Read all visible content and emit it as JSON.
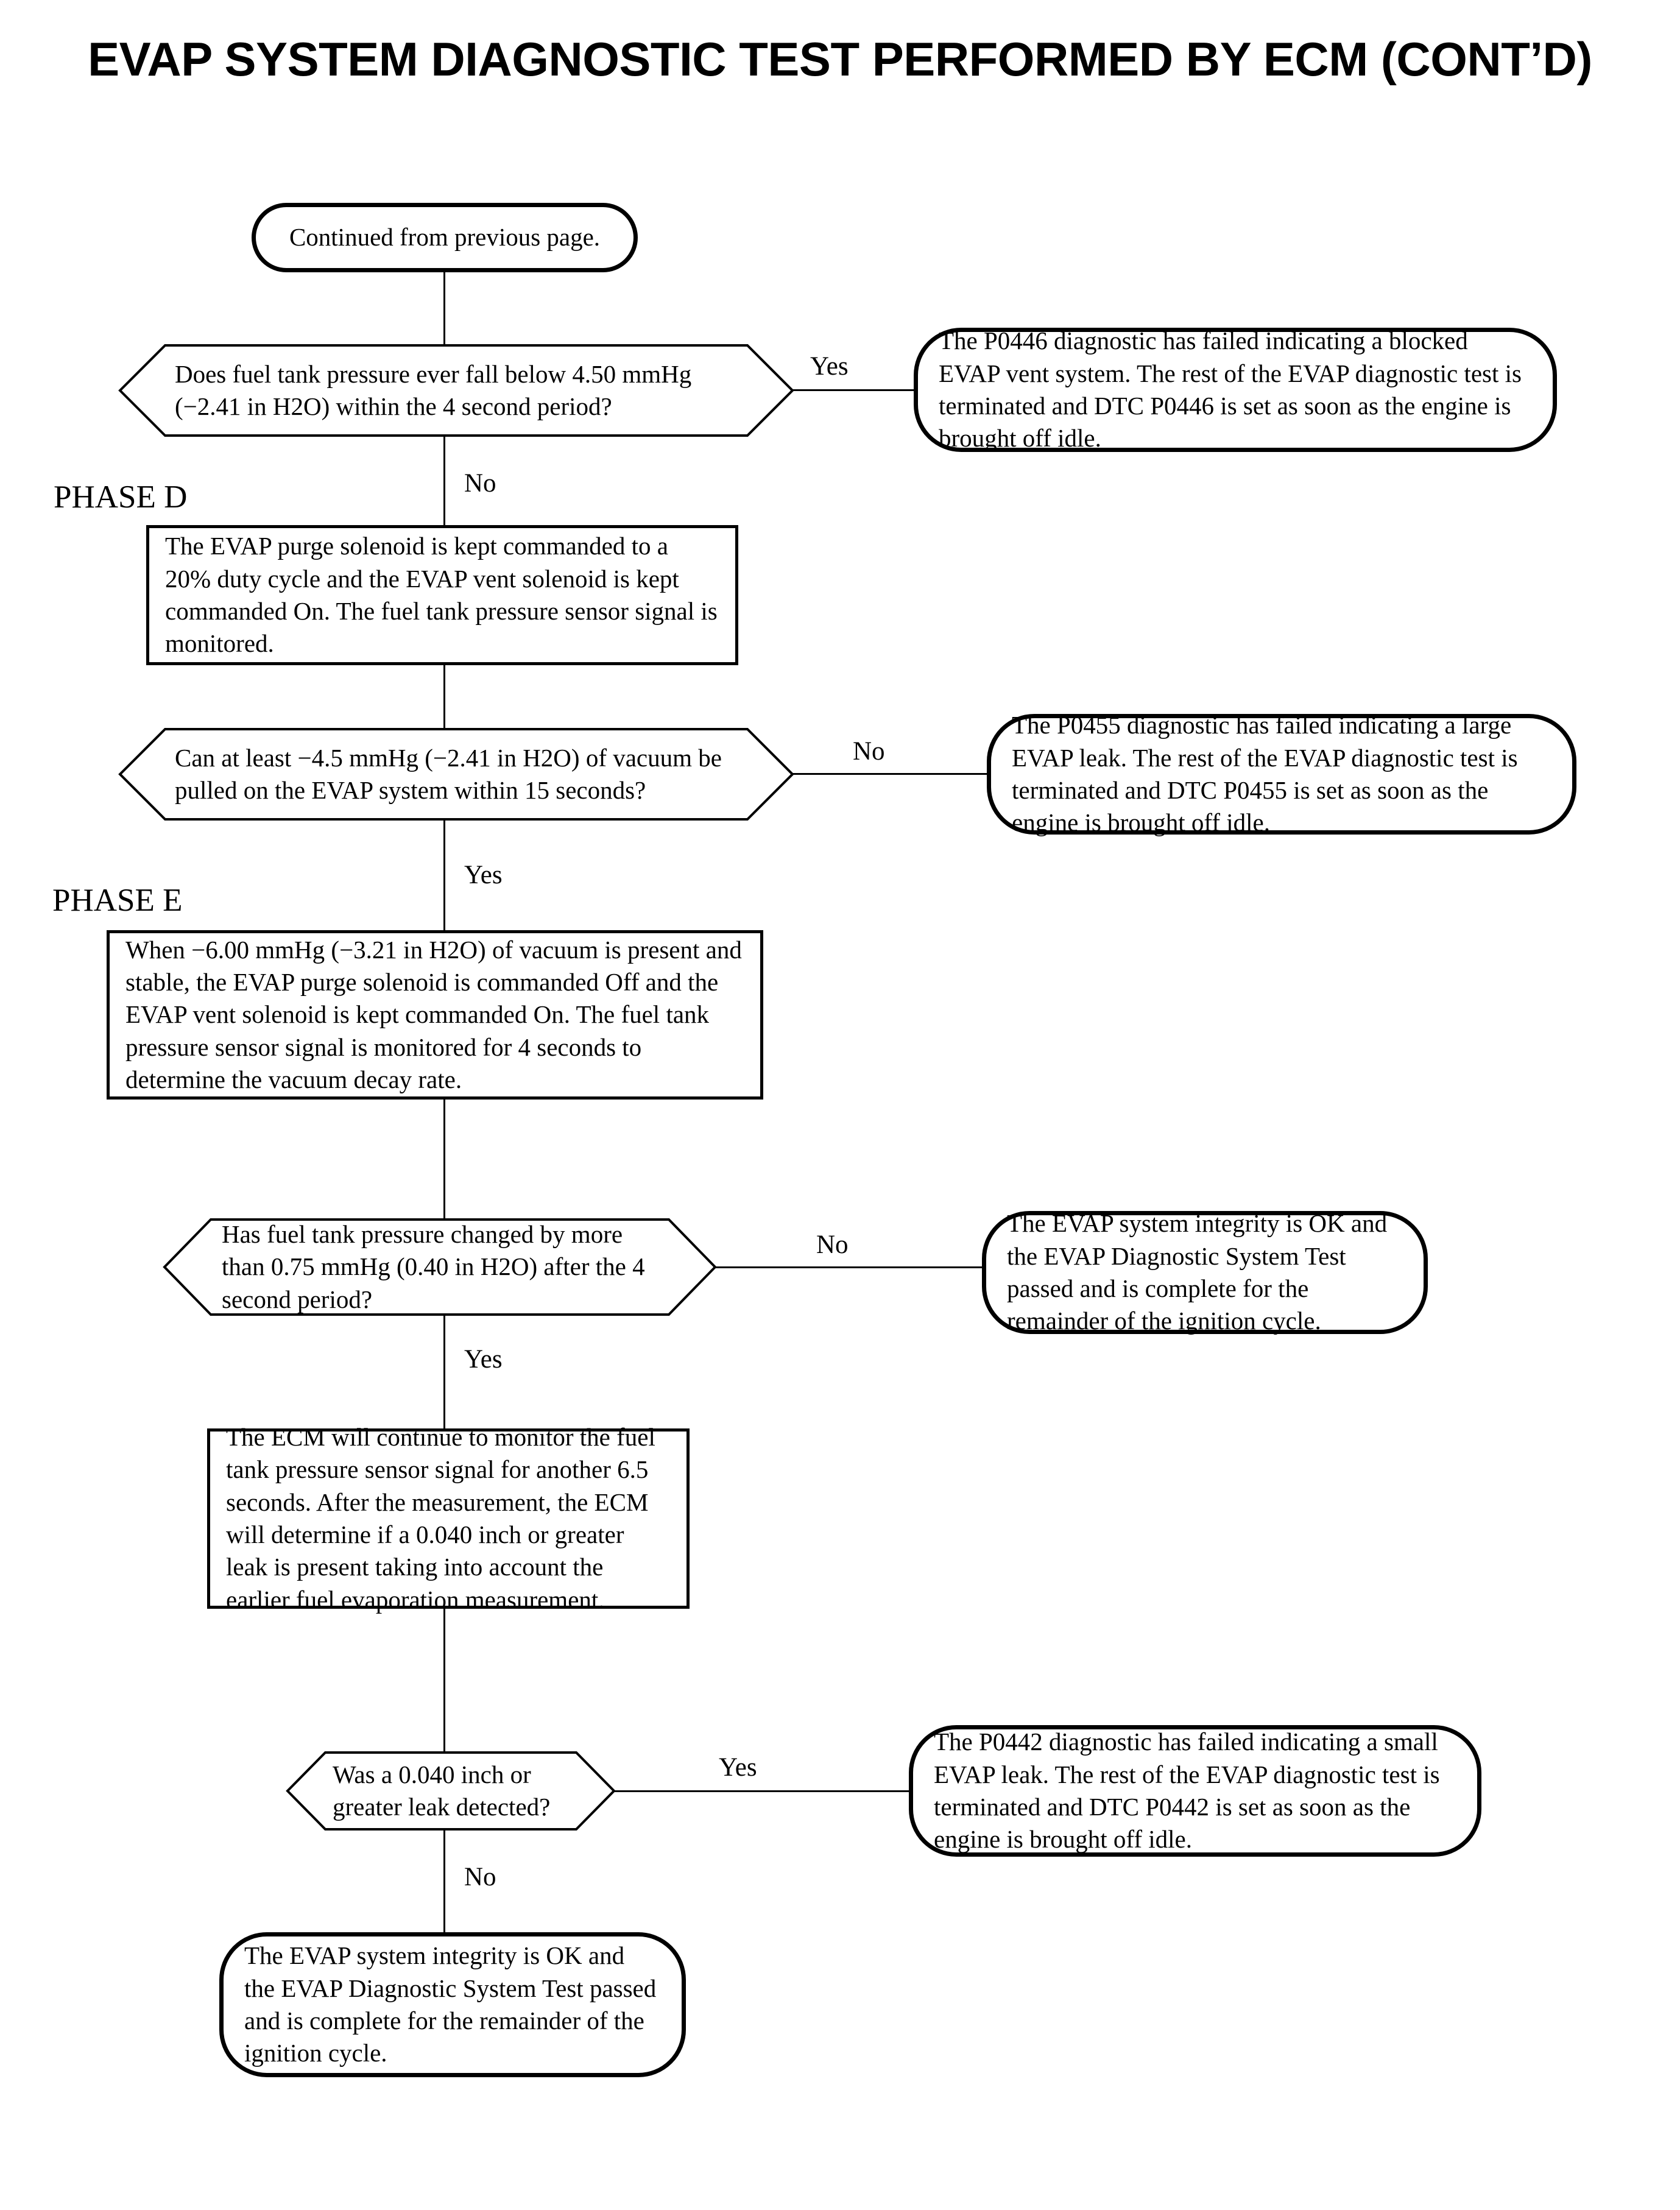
{
  "page": {
    "title": "EVAP SYSTEM DIAGNOSTIC TEST PERFORMED BY ECM (CONT’D)"
  },
  "phases": {
    "d_label": "PHASE D",
    "e_label": "PHASE E"
  },
  "nodes": {
    "start": "Continued from previous page.",
    "decision_p0446": "Does fuel tank pressure ever fall below 4.50 mmHg (−2.41 in H2O) within the 4 second period?",
    "result_p0446": "The P0446 diagnostic has failed indicating a blocked EVAP vent system. The rest of the EVAP diagnostic test is terminated and DTC P0446 is set as soon as the engine is brought off idle.",
    "process_phase_d": "The EVAP purge solenoid is kept commanded to a 20% duty cycle and the EVAP vent solenoid is kept commanded On. The fuel tank pressure sensor signal is monitored.",
    "decision_p0455": "Can at least −4.5 mmHg (−2.41 in H2O) of vacuum be pulled on the EVAP system within 15 seconds?",
    "result_p0455": "The P0455 diagnostic has failed indicating a large EVAP leak. The rest of the EVAP diagnostic test is terminated and DTC P0455 is set as soon as the engine is brought off idle.",
    "process_phase_e": "When −6.00 mmHg (−3.21 in H2O) of vacuum is present and stable, the EVAP purge solenoid is commanded Off and the EVAP vent solenoid is kept commanded On. The fuel tank pressure sensor signal is monitored for 4 seconds to determine the vacuum decay rate.",
    "decision_pressure_change": "Has fuel tank pressure changed by more than 0.75 mmHg (0.40 in H2O) after the 4 second period?",
    "result_ok_upper": "The EVAP system integrity is OK and the EVAP Diagnostic System Test passed and is complete for the remainder of the ignition cycle.",
    "process_ecm_monitor": "The ECM will continue to monitor the fuel tank pressure sensor signal for another 6.5 seconds. After the measurement, the ECM will determine if a 0.040 inch or greater leak is present taking into account the earlier fuel evaporation measurement.",
    "decision_leak": "Was a 0.040 inch or greater leak detected?",
    "result_p0442": "The P0442 diagnostic has failed indicating a small EVAP leak. The rest of the EVAP diagnostic test is terminated and DTC P0442 is set as soon as the engine is brought off idle.",
    "result_ok_lower": "The EVAP system integrity is OK and the EVAP Diagnostic System Test passed and is complete for the remainder of the ignition cycle."
  },
  "branch_labels": {
    "p0446_yes": "Yes",
    "p0446_no": "No",
    "p0455_no": "No",
    "p0455_yes": "Yes",
    "pressure_no": "No",
    "pressure_yes": "Yes",
    "leak_yes": "Yes",
    "leak_no": "No"
  },
  "colors": {
    "stroke": "#000000",
    "background": "#ffffff"
  }
}
